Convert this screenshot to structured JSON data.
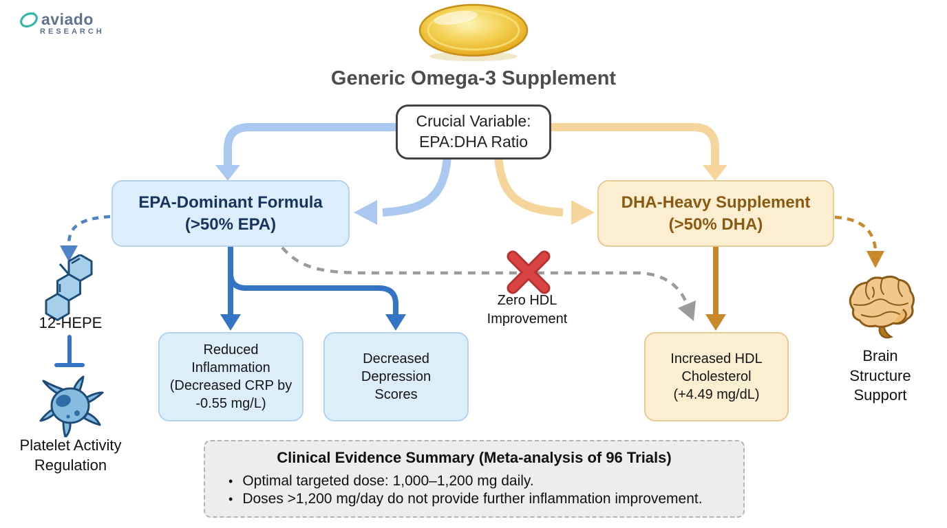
{
  "logo": {
    "brand": "aviado",
    "subtitle": "RESEARCH"
  },
  "title": "Generic Omega-3 Supplement",
  "colors": {
    "epa_fill": "#dcedfb",
    "epa_border": "#b5d2ea",
    "epa_text": "#16355c",
    "dha_fill": "#fbeed1",
    "dha_border": "#e7cb94",
    "dha_text": "#8a5a12",
    "arrow_light_blue": "#abc8f1",
    "arrow_dark_blue": "#3474c4",
    "arrow_light_gold": "#f6d59c",
    "arrow_gold": "#c9882a",
    "arrow_gray": "#9b9b9b",
    "x_red": "#d84444",
    "pill_gold": "#ecc22f",
    "logo_teal": "#35b5a5"
  },
  "nodes": {
    "crucial_variable": {
      "lines": [
        "Crucial Variable:",
        "EPA:DHA Ratio"
      ]
    },
    "epa_formula": {
      "lines": [
        "EPA-Dominant Formula",
        "(>50% EPA)"
      ]
    },
    "dha_supplement": {
      "lines": [
        "DHA-Heavy Supplement",
        "(>50% DHA)"
      ]
    },
    "reduced_inflammation": {
      "lines": [
        "Reduced",
        "Inflammation",
        "(Decreased CRP by",
        "-0.55 mg/L)"
      ]
    },
    "decreased_depression": {
      "lines": [
        "Decreased",
        "Depression",
        "Scores"
      ]
    },
    "increased_hdl": {
      "lines": [
        "Increased HDL",
        "Cholesterol",
        "(+4.49 mg/dL)"
      ]
    },
    "zero_hdl": {
      "lines": [
        "Zero HDL",
        "Improvement"
      ]
    },
    "hepe": {
      "label": "12-HEPE"
    },
    "platelet": {
      "lines": [
        "Platelet Activity",
        "Regulation"
      ]
    },
    "brain": {
      "lines": [
        "Brain",
        "Structure",
        "Support"
      ]
    }
  },
  "summary": {
    "title": "Clinical Evidence Summary (Meta-analysis of 96 Trials)",
    "bullets": [
      "Optimal targeted dose: 1,000–1,200 mg daily.",
      "Doses >1,200 mg/day do not provide further inflammation improvement."
    ]
  }
}
